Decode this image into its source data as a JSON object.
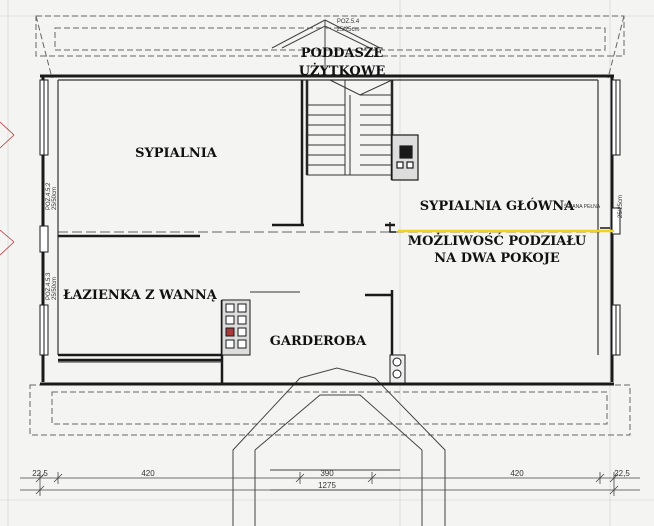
{
  "labels": {
    "attic_line1": "PODDASZE",
    "attic_line2": "UŻYTKOWE",
    "bedroom": "SYPIALNIA",
    "master_bedroom": "SYPIALNIA GŁÓWNA",
    "split_line1": "MOŻLIWOŚĆ PODZIAŁU",
    "split_line2": "NA DWA POKOJE",
    "bathroom": "ŁAZIENKA Z WANNĄ",
    "wardrobe": "GARDEROBA"
  },
  "dimensions": {
    "left_margin": "22,5",
    "left_span": "420",
    "center_span": "390",
    "total_width": "1275",
    "right_span": "420",
    "right_margin": "22,5"
  },
  "annotations": {
    "window_top": "POZ.5.4",
    "window_top_size": "25/25cm",
    "window_left_1": "POZ.4.5.2",
    "window_left_1_size": "25/50cm",
    "window_left_2": "POZ.4.5.3",
    "window_left_2_size": "25/50cm",
    "wall_right": "ŚCIANA PEŁNA",
    "window_right_size": "25/25cm"
  },
  "colors": {
    "wall": "#1a1a1a",
    "thin_line": "#555555",
    "highlight": "#f2d21a",
    "chimney_accent": "#a83a3a",
    "paper": "#f4f4f2",
    "grid_line": "#c9c9c9"
  }
}
